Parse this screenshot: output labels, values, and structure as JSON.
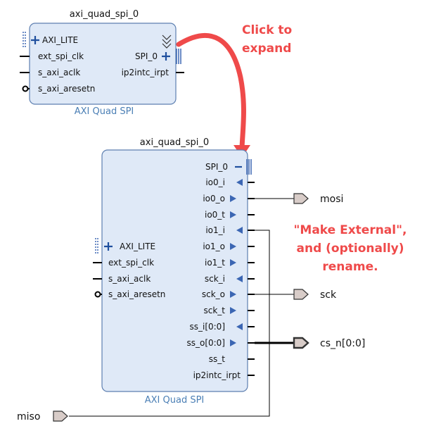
{
  "colors": {
    "block_fill": "#dfe9f7",
    "block_border": "#5d7fb0",
    "pin_arrow": "#3b66b3",
    "annotation": "#ef4a4a",
    "wire": "#000000",
    "port_fill": "#d8ccc8"
  },
  "collapsed": {
    "instance_name": "axi_quad_spi_0",
    "title": "AXI Quad SPI",
    "left_pins": [
      "AXI_LITE",
      "ext_spi_clk",
      "s_axi_aclk",
      "s_axi_aresetn"
    ],
    "right_pins": [
      "SPI_0",
      "ip2intc_irpt"
    ],
    "expand_icon": "double-chevron-down-icon"
  },
  "expanded": {
    "instance_name": "axi_quad_spi_0",
    "title": "AXI Quad SPI",
    "left_pins": [
      "AXI_LITE",
      "ext_spi_clk",
      "s_axi_aclk",
      "s_axi_aresetn"
    ],
    "right_pins": [
      "SPI_0",
      "io0_i",
      "io0_o",
      "io0_t",
      "io1_i",
      "io1_o",
      "io1_t",
      "sck_i",
      "sck_o",
      "sck_t",
      "ss_i[0:0]",
      "ss_o[0:0]",
      "ss_t",
      "ip2intc_irpt"
    ]
  },
  "external_ports": {
    "mosi": "mosi",
    "sck": "sck",
    "cs_n": "cs_n[0:0]",
    "miso": "miso"
  },
  "annotations": {
    "expand_line1": "Click to",
    "expand_line2": "expand",
    "external_line1": "\"Make External\",",
    "external_line2": "and (optionally)",
    "external_line3": "rename."
  }
}
